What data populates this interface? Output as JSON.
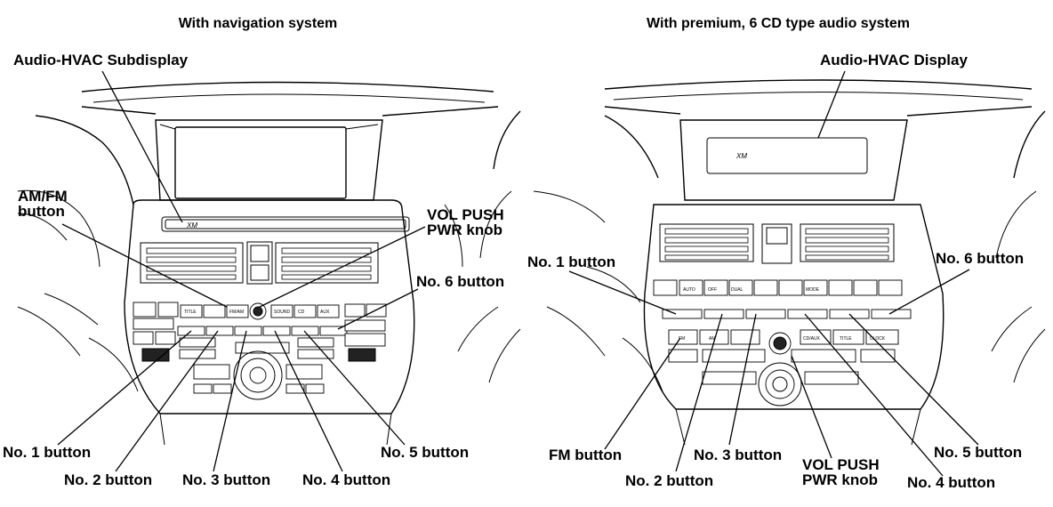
{
  "left": {
    "heading": "With navigation system",
    "subdisplay_text": "XM",
    "tiny": {
      "title": "TITLE",
      "fmam": "FM/AM",
      "sound": "SOUND",
      "cd": "CD",
      "aux": "AUX"
    },
    "labels": {
      "subdisplay": "Audio-HVAC Subdisplay",
      "amfm_line1": "AM/FM",
      "amfm_line2": "button",
      "vol_line1": "VOL PUSH",
      "vol_line2": "PWR knob",
      "no6": "No. 6 button",
      "no1": "No. 1 button",
      "no2": "No. 2 button",
      "no3": "No. 3 button",
      "no4": "No. 4 button",
      "no5": "No. 5 button"
    }
  },
  "right": {
    "heading": "With premium, 6 CD type audio system",
    "display_text": "XM",
    "tiny": {
      "auto": "AUTO",
      "off": "OFF",
      "dual": "DUAL",
      "mode": "MODE",
      "fm": "FM",
      "am": "AM",
      "cdaux": "CD/AUX",
      "title": "TITLE",
      "clock": "CLOCK"
    },
    "labels": {
      "display": "Audio-HVAC Display",
      "no1": "No. 1 button",
      "no6": "No. 6 button",
      "fm": "FM button",
      "no2": "No. 2 button",
      "no3": "No. 3 button",
      "vol_line1": "VOL PUSH",
      "vol_line2": "PWR knob",
      "no4": "No. 4 button",
      "no5": "No. 5 button"
    }
  }
}
